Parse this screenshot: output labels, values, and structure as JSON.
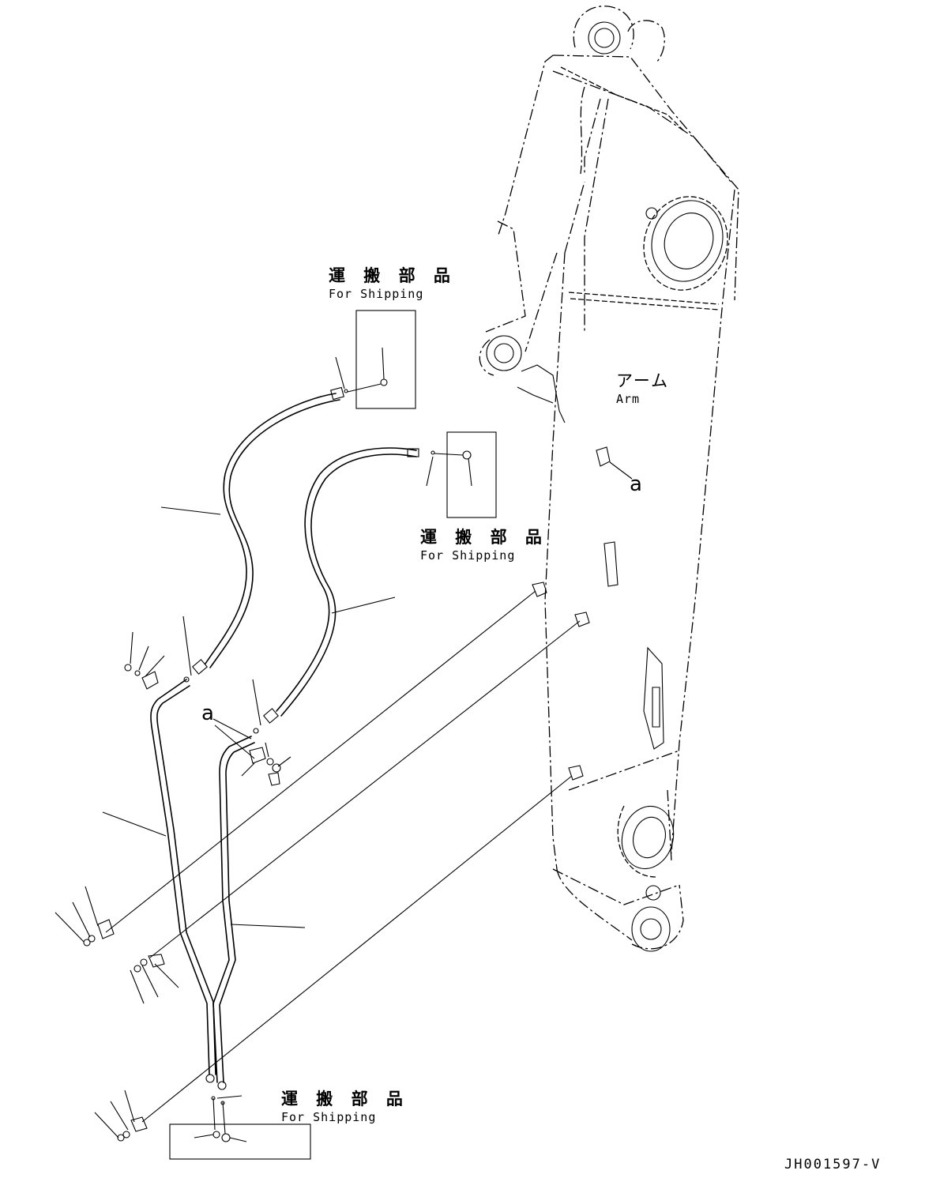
{
  "shipping_labels": [
    {
      "jp": "運 搬 部 品",
      "en": "For Shipping"
    },
    {
      "jp": "運 搬 部 品",
      "en": "For Shipping"
    },
    {
      "jp": "運 搬 部 品",
      "en": "For Shipping"
    }
  ],
  "arm_label": {
    "jp": "アーム",
    "en": "Arm"
  },
  "callout_a": [
    "a",
    "a"
  ],
  "drawing_code": "JH001597-V"
}
